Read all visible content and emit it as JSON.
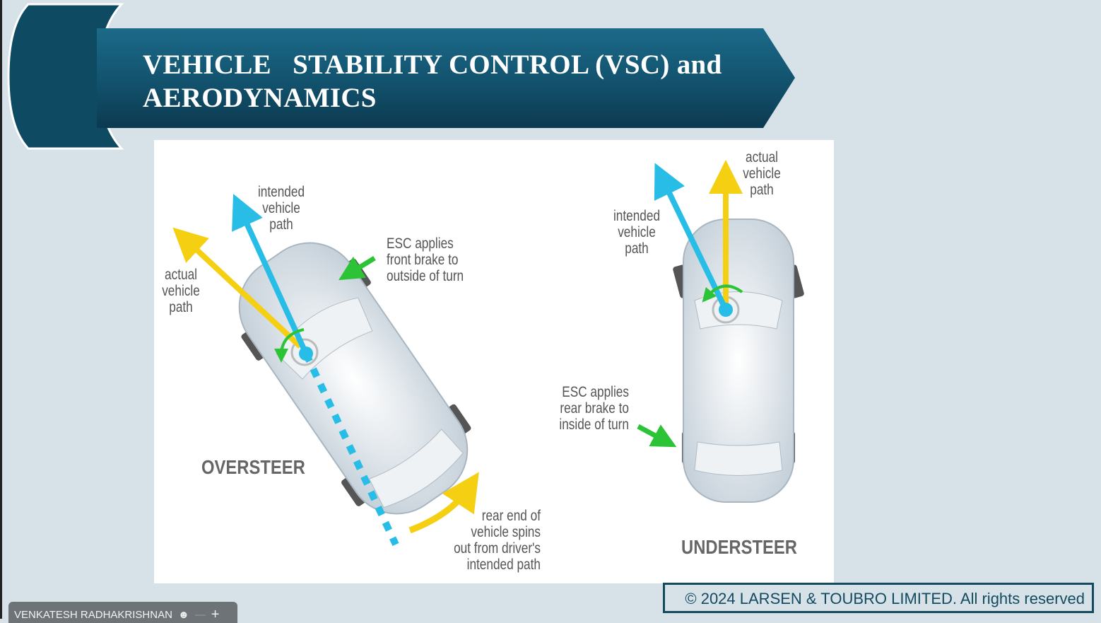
{
  "title": "VEHICLE   STABILITY CONTROL (VSC) and\nAERODYNAMICS",
  "figure": {
    "oversteer": {
      "heading": "OVERSTEER",
      "intended": "intended\nvehicle\npath",
      "actual": "actual\nvehicle\npath",
      "esc": "ESC applies\nfront brake to\noutside of turn",
      "rear": "rear end of\nvehicle spins\nout from driver's\nintended path"
    },
    "understeer": {
      "heading": "UNDERSTEER",
      "actual": "actual\nvehicle\npath",
      "intended": "intended\nvehicle\npath",
      "esc": "ESC applies\nrear brake to\ninside of turn"
    },
    "colors": {
      "intended": "#27bde6",
      "actual": "#f5cf12",
      "esc": "#2cc336"
    }
  },
  "footer": {
    "copyright": "© 2024 LARSEN & TOUBRO LIMITED. All rights reserved"
  },
  "presenter": {
    "name": "VENKATESH RADHAKRISHNAN",
    "minus": "—",
    "plus": "+"
  }
}
